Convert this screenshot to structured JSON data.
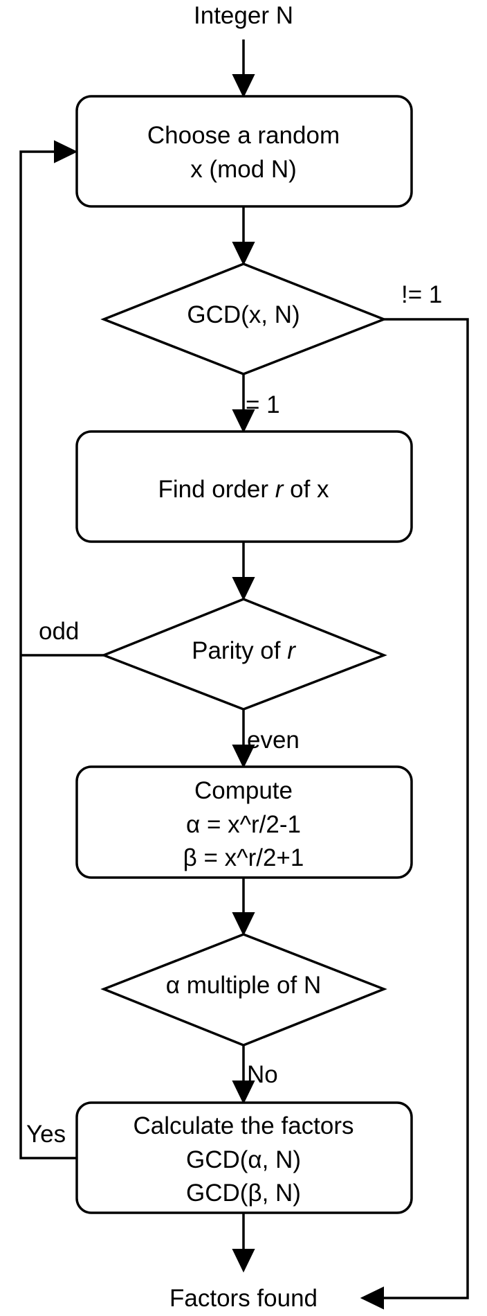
{
  "diagram": {
    "input": "Integer N",
    "output": "Factors found",
    "nodes": {
      "choose": {
        "lines": [
          "Choose a random",
          "x (mod N)"
        ]
      },
      "gcd_check": {
        "lines": [
          "GCD(x, N)"
        ]
      },
      "find_order": {
        "prefix": "Find order ",
        "var": "r",
        "suffix": " of x"
      },
      "parity": {
        "prefix": "Parity of ",
        "var": "r"
      },
      "compute": {
        "lines": [
          "Compute",
          "α = x^r/2-1",
          "β = x^r/2+1"
        ]
      },
      "multiple": {
        "lines": [
          "α multiple of N"
        ]
      },
      "calculate": {
        "lines": [
          "Calculate the factors",
          "GCD(α, N)",
          "GCD(β, N)"
        ]
      }
    },
    "edges": {
      "gcd_ne_1": "!= 1",
      "gcd_eq_1": "= 1",
      "parity_odd": "odd",
      "parity_even": "even",
      "multiple_no": "No",
      "multiple_yes": "Yes"
    }
  }
}
